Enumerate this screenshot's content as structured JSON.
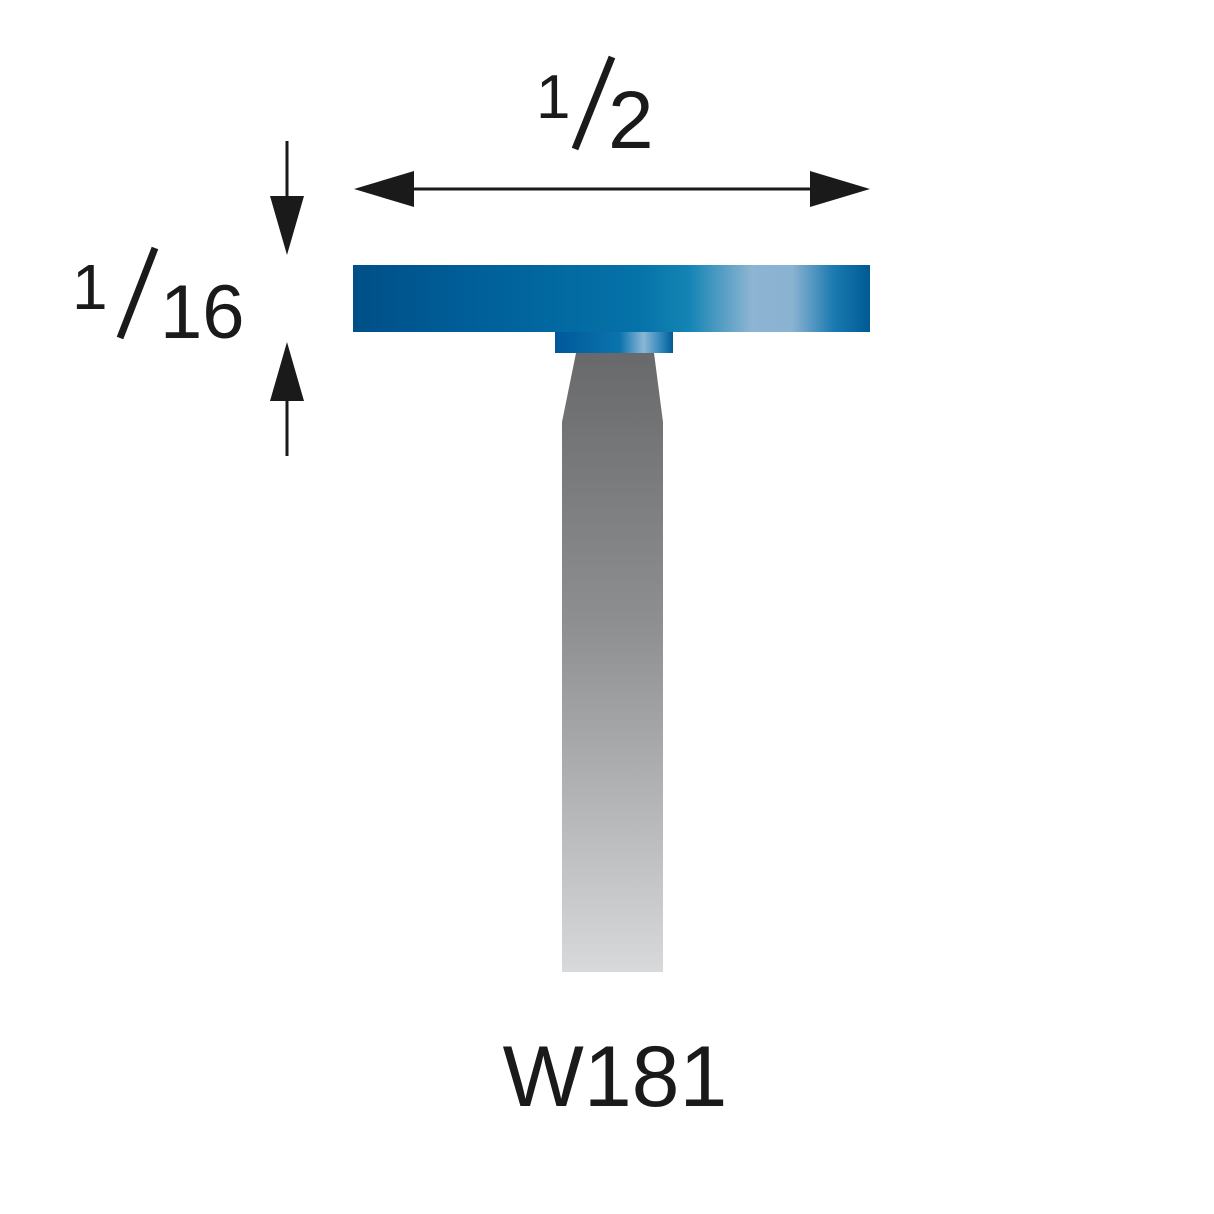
{
  "diagram": {
    "width_dimension": {
      "numerator": "1",
      "denominator": "2"
    },
    "thickness_dimension": {
      "numerator": "1",
      "denominator": "16"
    },
    "part_label": "W181",
    "colors": {
      "wheel_dark": "#005a94",
      "wheel_mid": "#0a72aa",
      "wheel_light": "#8ab4d4",
      "shank_top": "#6b6c6e",
      "shank_bottom": "#d6d8da",
      "line": "#1a1a1a"
    }
  }
}
